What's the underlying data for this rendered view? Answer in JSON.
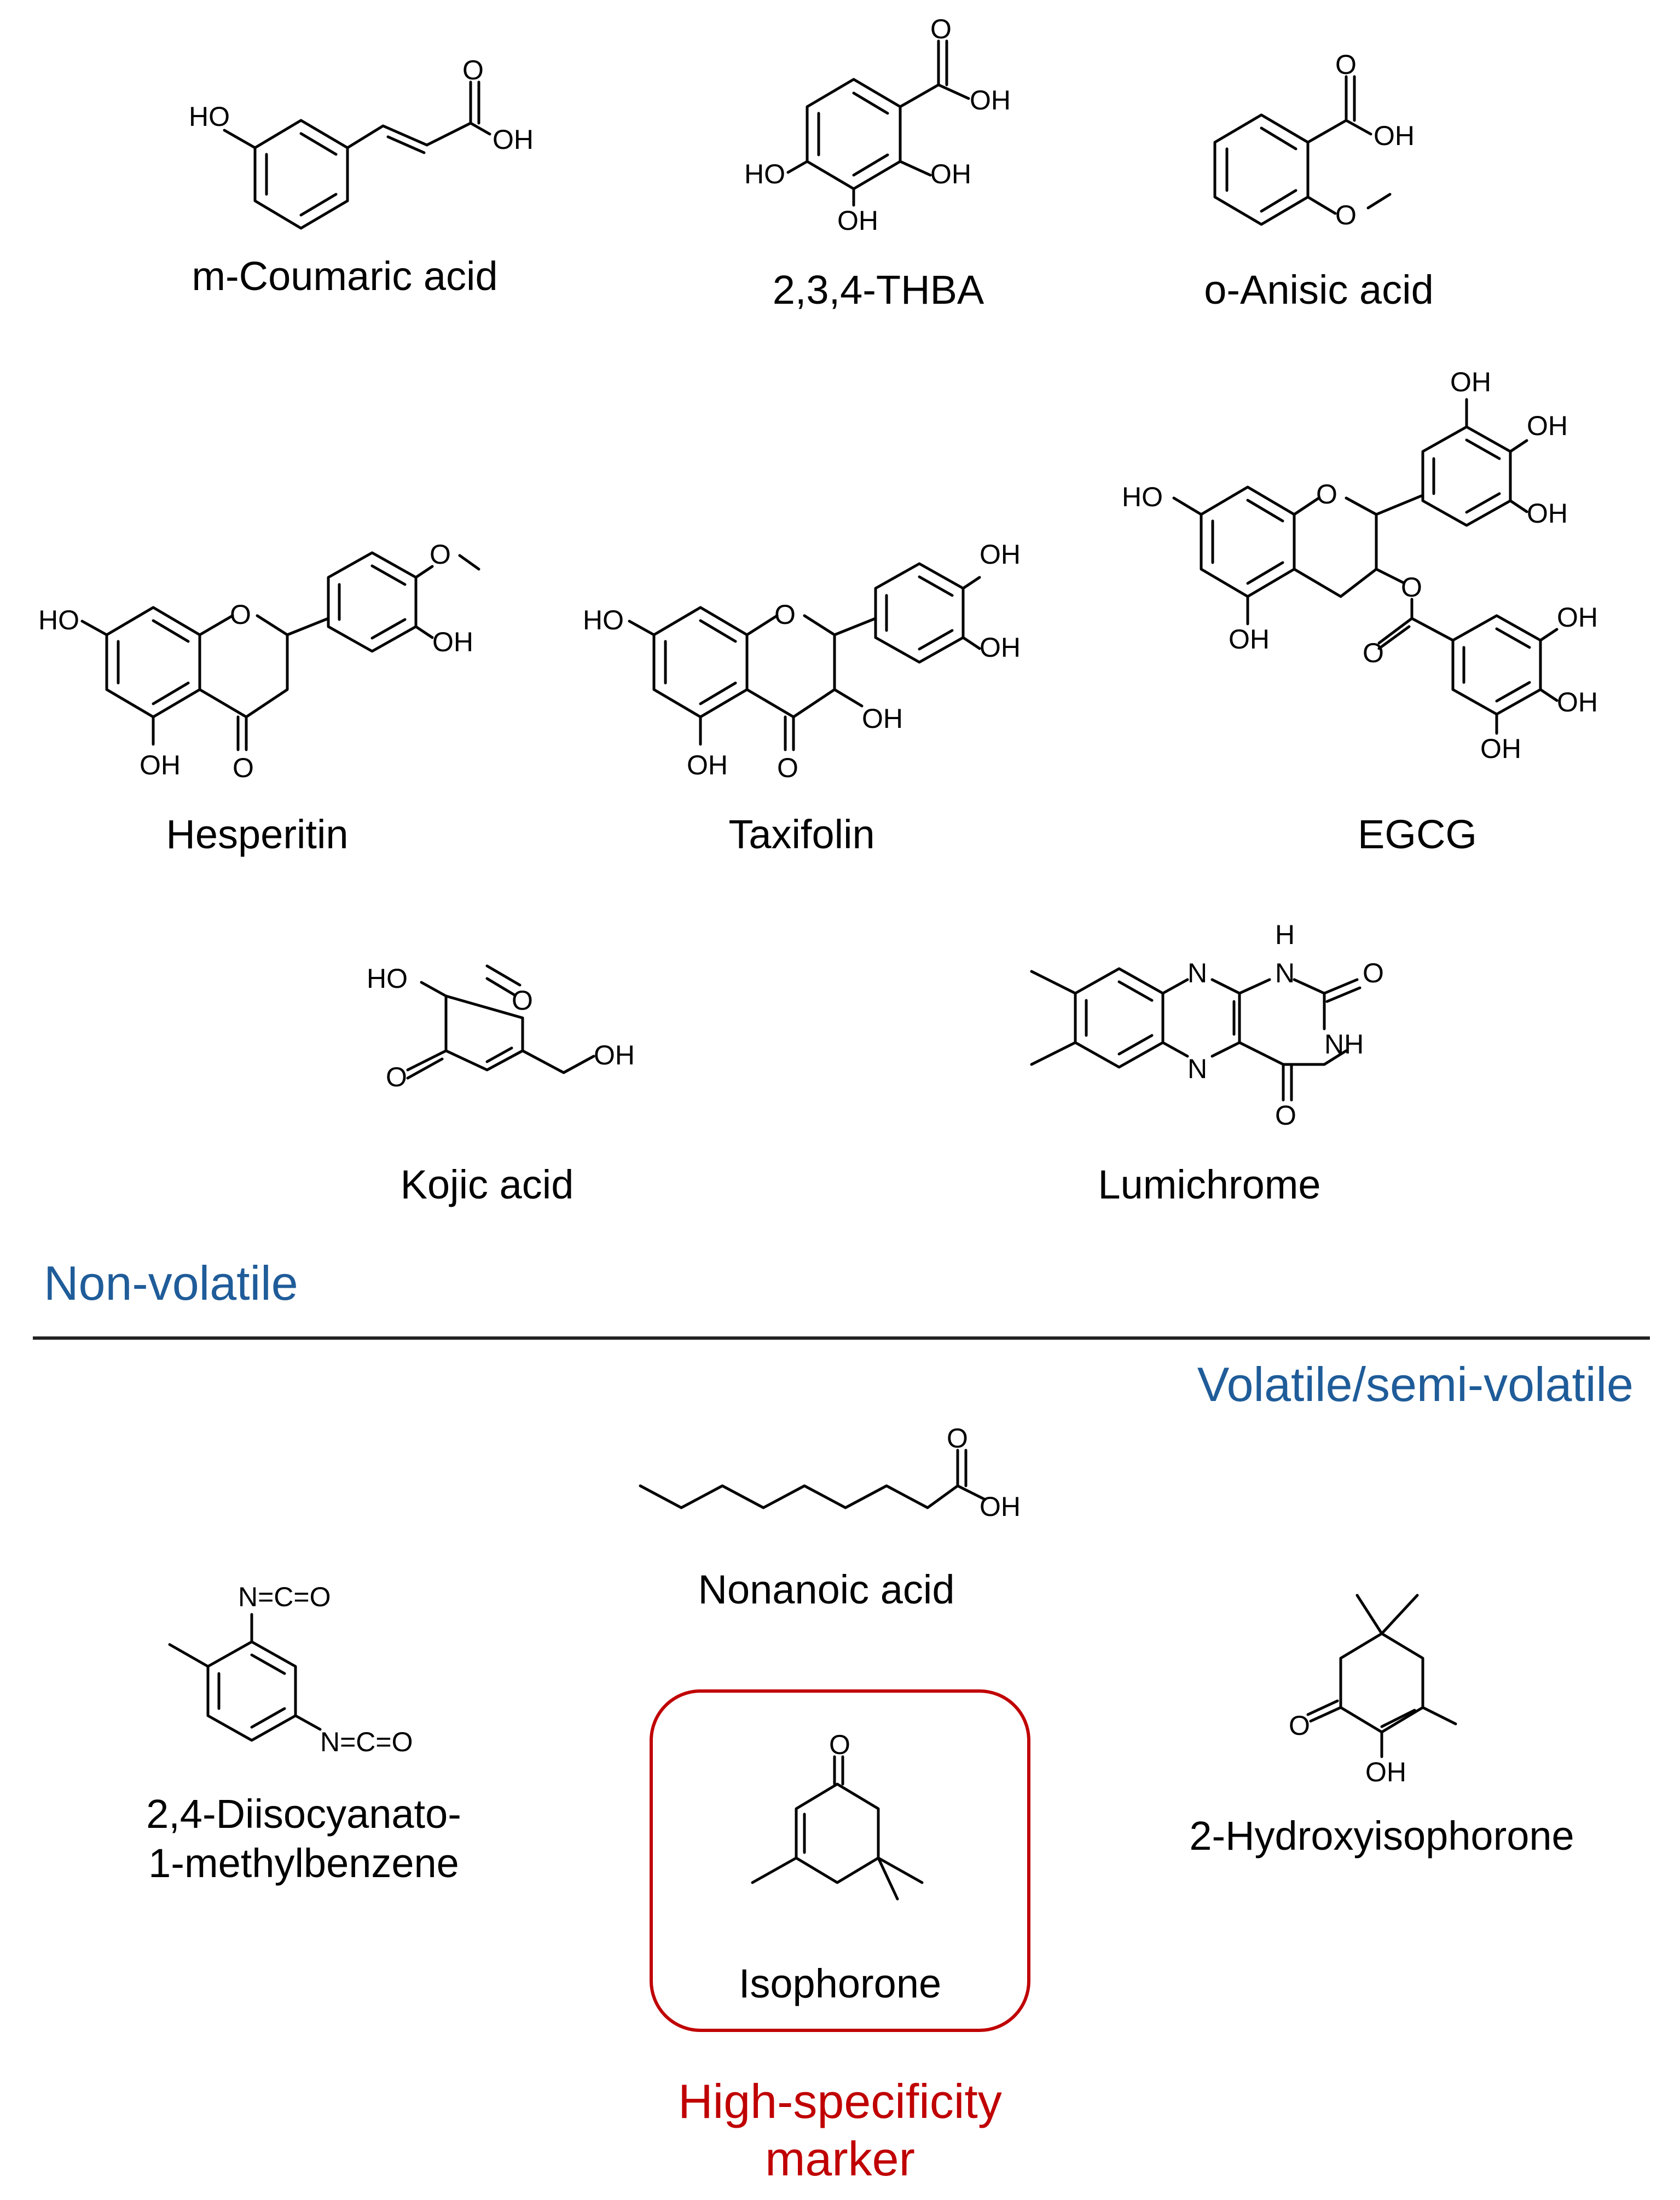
{
  "colors": {
    "section_label": "#1f5c99",
    "marker": "#c00000",
    "rule": "#222222"
  },
  "sections": {
    "nonvolatile": "Non-volatile",
    "volatile": "Volatile/semi-volatile"
  },
  "highlight": {
    "line1": "High-specificity",
    "line2": "marker"
  },
  "atom_labels": {
    "ho": "HO",
    "oh": "OH",
    "o": "O",
    "n": "N",
    "h": "H",
    "nh": "NH",
    "nco": "N=C=O"
  },
  "compounds": [
    {
      "name": "m-Coumaric acid",
      "group": "Non-volatile"
    },
    {
      "name": "2,3,4-THBA",
      "group": "Non-volatile"
    },
    {
      "name": "o-Anisic acid",
      "group": "Non-volatile"
    },
    {
      "name": "Hesperitin",
      "group": "Non-volatile"
    },
    {
      "name": "Taxifolin",
      "group": "Non-volatile"
    },
    {
      "name": "EGCG",
      "group": "Non-volatile"
    },
    {
      "name": "Kojic acid",
      "group": "Non-volatile"
    },
    {
      "name": "Lumichrome",
      "group": "Non-volatile"
    },
    {
      "name": "Nonanoic acid",
      "group": "Volatile/semi-volatile"
    },
    {
      "name_line1": "2,4-Diisocyanato-",
      "name_line2": "1-methylbenzene",
      "group": "Volatile/semi-volatile"
    },
    {
      "name": "Isophorone",
      "group": "Volatile/semi-volatile",
      "highlighted": true
    },
    {
      "name": "2-Hydroxyisophorone",
      "group": "Volatile/semi-volatile"
    }
  ]
}
